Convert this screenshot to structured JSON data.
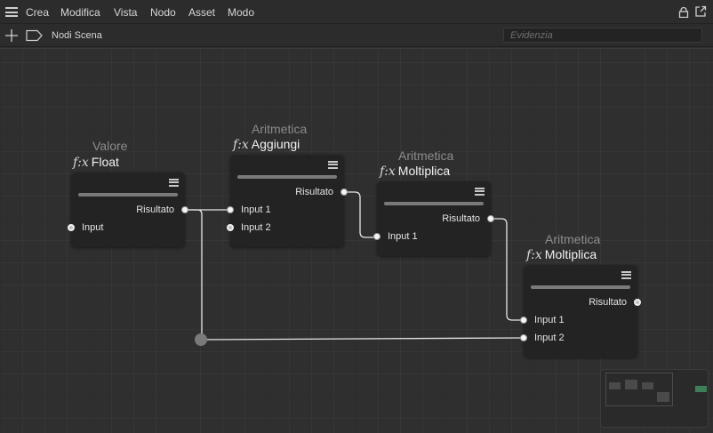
{
  "menu": {
    "items": [
      "Crea",
      "Modifica",
      "Vista",
      "Nodo",
      "Asset",
      "Modo"
    ]
  },
  "toolbar": {
    "scene_label": "Nodi Scena",
    "search_placeholder": "Evidenzia"
  },
  "nodes": [
    {
      "category": "Valore",
      "title": "Float",
      "outputs": [
        "Risultato"
      ],
      "inputs": [
        "Input"
      ]
    },
    {
      "category": "Aritmetica",
      "title": "Aggiungi",
      "outputs": [
        "Risultato"
      ],
      "inputs": [
        "Input 1",
        "Input 2"
      ]
    },
    {
      "category": "Aritmetica",
      "title": "Moltiplica",
      "outputs": [
        "Risultato"
      ],
      "inputs": [
        "Input 1"
      ]
    },
    {
      "category": "Aritmetica",
      "title": "Moltiplica",
      "outputs": [
        "Risultato"
      ],
      "inputs": [
        "Input 1",
        "Input 2"
      ]
    }
  ],
  "icons": {
    "function": "f:x"
  },
  "colors": {
    "background": "#2f2f2f",
    "node": "#232323",
    "wire": "#e6e6e6",
    "minimap_marker": "#3e7f5a"
  }
}
